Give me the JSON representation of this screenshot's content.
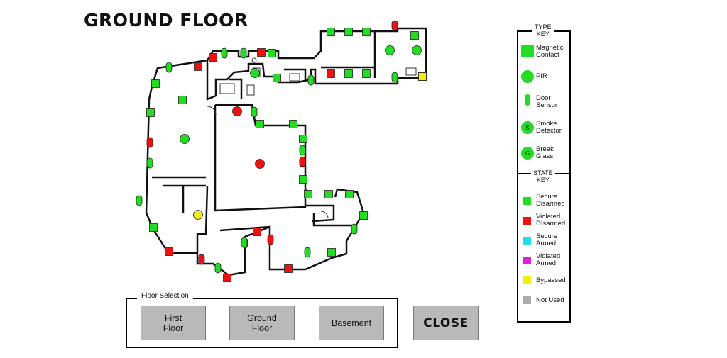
{
  "header": {
    "title": "GROUND FLOOR"
  },
  "colors": {
    "secure_disarmed": "#22dd22",
    "violated_disarmed": "#ee1111",
    "secure_armed": "#22ddee",
    "violated_armed": "#dd22dd",
    "bypassed": "#eeee11",
    "not_used": "#aaaaaa",
    "button_grey": "#b9b9b9"
  },
  "floor_selection": {
    "legend": "Floor Selection",
    "buttons": [
      {
        "label": "First\nFloor"
      },
      {
        "label": "Ground\nFloor"
      },
      {
        "label": "Basement"
      }
    ]
  },
  "close_button": {
    "label": "CLOSE"
  },
  "type_key": {
    "title": "TYPE\nKEY",
    "items": [
      {
        "label": "Magnetic\nContact",
        "icon": "square"
      },
      {
        "label": "PIR",
        "icon": "circle"
      },
      {
        "label": "Door\nSensor",
        "icon": "pill"
      },
      {
        "label": "Smoke\nDetector",
        "icon": "circle-s",
        "glyph": "S"
      },
      {
        "label": "Break\nGlass",
        "icon": "circle-g",
        "glyph": "G"
      }
    ]
  },
  "state_key": {
    "title": "STATE\nKEY",
    "items": [
      {
        "label": "Secure\nDisarmed",
        "state": "secure_disarmed"
      },
      {
        "label": "Violated\nDIsarmed",
        "state": "violated_disarmed"
      },
      {
        "label": "Secure\nArmed",
        "state": "secure_armed"
      },
      {
        "label": "Violated\nArmed",
        "state": "violated_armed"
      },
      {
        "label": "Bypassed",
        "state": "bypassed"
      },
      {
        "label": "Not Used",
        "state": "not_used"
      }
    ]
  },
  "sensors": {
    "magnetic_contacts": [
      {
        "id": "mc-1",
        "state": "secure_disarmed"
      },
      {
        "id": "mc-2",
        "state": "secure_disarmed"
      },
      {
        "id": "mc-3",
        "state": "secure_disarmed"
      },
      {
        "id": "mc-4",
        "state": "secure_disarmed"
      },
      {
        "id": "mc-5",
        "state": "violated_disarmed"
      },
      {
        "id": "mc-6",
        "state": "violated_disarmed"
      },
      {
        "id": "mc-7",
        "state": "secure_disarmed"
      },
      {
        "id": "mc-8",
        "state": "secure_disarmed"
      },
      {
        "id": "mc-9",
        "state": "secure_disarmed"
      },
      {
        "id": "mc-10",
        "state": "violated_disarmed"
      },
      {
        "id": "mc-11",
        "state": "violated_disarmed"
      },
      {
        "id": "mc-12",
        "state": "secure_disarmed"
      },
      {
        "id": "mc-13",
        "state": "secure_disarmed"
      },
      {
        "id": "mc-14",
        "state": "secure_disarmed"
      },
      {
        "id": "mc-15",
        "state": "secure_disarmed"
      },
      {
        "id": "mc-16",
        "state": "secure_disarmed"
      },
      {
        "id": "mc-17",
        "state": "secure_disarmed"
      },
      {
        "id": "mc-18",
        "state": "secure_disarmed"
      },
      {
        "id": "mc-19",
        "state": "secure_disarmed"
      },
      {
        "id": "mc-20",
        "state": "secure_disarmed"
      },
      {
        "id": "mc-21",
        "state": "secure_disarmed"
      },
      {
        "id": "mc-22",
        "state": "violated_disarmed"
      },
      {
        "id": "mc-23",
        "state": "violated_disarmed"
      },
      {
        "id": "mc-24",
        "state": "violated_disarmed"
      },
      {
        "id": "mc-25",
        "state": "violated_disarmed"
      },
      {
        "id": "mc-26",
        "state": "secure_disarmed"
      },
      {
        "id": "mc-27",
        "state": "secure_disarmed"
      },
      {
        "id": "mc-28",
        "state": "violated_disarmed"
      },
      {
        "id": "mc-29",
        "state": "secure_disarmed"
      },
      {
        "id": "mc-30",
        "state": "secure_disarmed"
      },
      {
        "id": "mc-31",
        "state": "bypassed"
      }
    ],
    "pirs": [
      {
        "id": "pir-1",
        "state": "secure_disarmed"
      },
      {
        "id": "pir-2",
        "state": "violated_disarmed"
      },
      {
        "id": "pir-3",
        "state": "violated_disarmed"
      },
      {
        "id": "pir-4",
        "state": "bypassed"
      },
      {
        "id": "pir-5",
        "state": "secure_disarmed"
      },
      {
        "id": "pir-6",
        "state": "secure_disarmed"
      },
      {
        "id": "pir-7",
        "state": "secure_disarmed"
      }
    ],
    "door_sensors": [
      {
        "id": "ds-1",
        "state": "secure_disarmed"
      },
      {
        "id": "ds-2",
        "state": "secure_disarmed"
      },
      {
        "id": "ds-3",
        "state": "secure_disarmed"
      },
      {
        "id": "ds-4",
        "state": "violated_disarmed"
      },
      {
        "id": "ds-5",
        "state": "secure_disarmed"
      },
      {
        "id": "ds-6",
        "state": "secure_disarmed"
      },
      {
        "id": "ds-7",
        "state": "secure_disarmed"
      },
      {
        "id": "ds-8",
        "state": "violated_disarmed"
      },
      {
        "id": "ds-9",
        "state": "secure_disarmed"
      },
      {
        "id": "ds-10",
        "state": "secure_disarmed"
      },
      {
        "id": "ds-11",
        "state": "secure_disarmed"
      },
      {
        "id": "ds-12",
        "state": "violated_disarmed"
      },
      {
        "id": "ds-13",
        "state": "secure_disarmed"
      },
      {
        "id": "ds-14",
        "state": "violated_disarmed"
      },
      {
        "id": "ds-15",
        "state": "violated_disarmed"
      },
      {
        "id": "ds-16",
        "state": "secure_disarmed"
      },
      {
        "id": "ds-17",
        "state": "secure_disarmed"
      },
      {
        "id": "ds-18",
        "state": "secure_disarmed"
      },
      {
        "id": "ds-19",
        "state": "secure_disarmed"
      },
      {
        "id": "ds-20",
        "state": "secure_disarmed"
      },
      {
        "id": "ds-21",
        "state": "secure_disarmed"
      }
    ]
  }
}
